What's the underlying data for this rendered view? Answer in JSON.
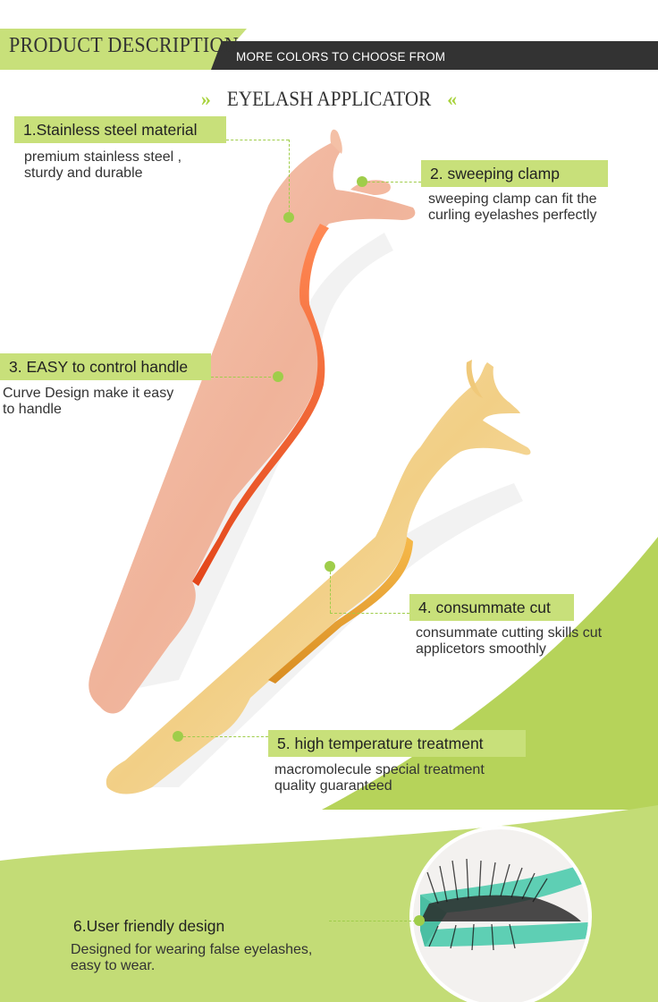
{
  "header": {
    "title": "PRODUCT DESCRIPTION",
    "subtitle": "MORE COLORS TO CHOOSE FROM"
  },
  "section": {
    "title": "EYELASH APPLICATOR",
    "left_mark": "»",
    "right_mark": "«"
  },
  "features": [
    {
      "label": "1.Stainless steel material",
      "description": "premium stainless steel ,\nsturdy and durable"
    },
    {
      "label": "2. sweeping clamp",
      "description": "sweeping clamp can fit the\ncurling eyelashes perfectly"
    },
    {
      "label": "3. EASY to control handle",
      "description": "Curve Design make it easy\nto handle"
    },
    {
      "label": "4. consummate cut",
      "description": "consummate cutting skills cut\napplicetors smoothly"
    },
    {
      "label": "5. high temperature treatment",
      "description": "macromolecule special treatment\nquality guaranteed"
    },
    {
      "label": "6.User friendly design",
      "description": "Designed for wearing false eyelashes,\neasy to wear."
    }
  ],
  "colors": {
    "accent_green": "#c8e07a",
    "dot_green": "#9fcd4a",
    "header_dark": "#333333",
    "rose_gold": "#f0b49a",
    "gold": "#f3d28a",
    "mint": "#5ecfb4"
  }
}
